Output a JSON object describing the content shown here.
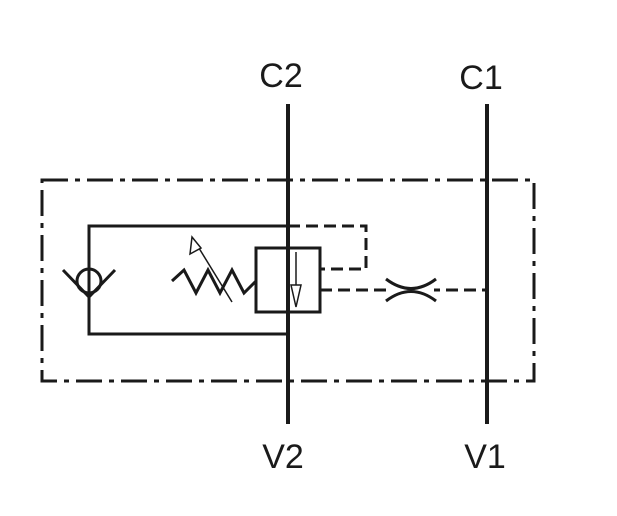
{
  "ports": {
    "c2": "C2",
    "c1": "C1",
    "v2": "V2",
    "v1": "V1"
  },
  "colors": {
    "stroke": "#1a1a1a",
    "background": "#ffffff"
  }
}
